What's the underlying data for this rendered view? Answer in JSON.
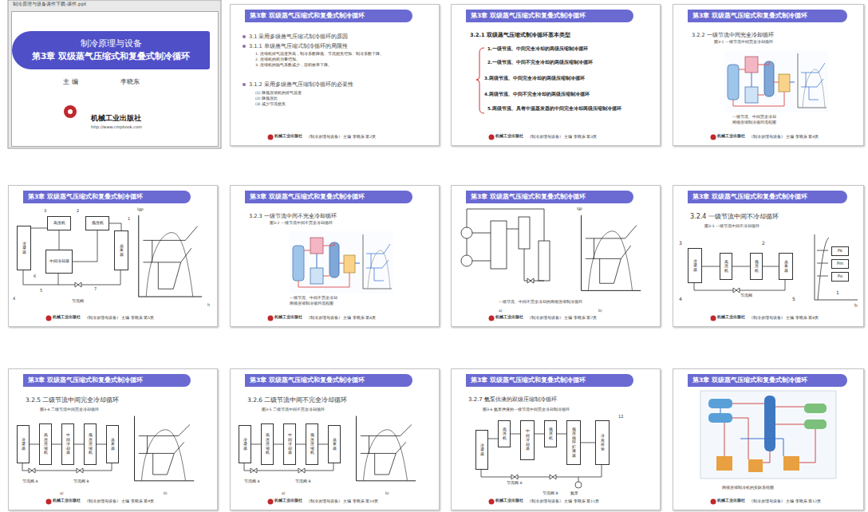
{
  "diagram": {
    "nodes": [
      {
        "text": [
          "主 编",
          "李晓东"
        ]
      },
      {
        "text": [
          "制冷原理与设备",
          "第3章 双级蒸气压缩式和复叠式制冷循环"
        ],
        "in": 0
      },
      {
        "text": [
          "《制冷原理与设备》 主编 李晓东 第2页"
        ]
      },
      {
        "text": [
          "第3章 双级蒸气压缩式和复叠式制冷循环"
        ],
        "in": 2
      },
      {
        "text": [
          "《制冷原理与设备》 主编 李晓东 第3页"
        ]
      },
      {
        "text": [
          "第3章 双级蒸气压缩式和复叠式制冷循环"
        ],
        "in": 4
      },
      {
        "text": [
          "《制冷原理与设备》 主编 李晓东 第4页"
        ]
      },
      {
        "text": [
          "第3章 双级蒸气压缩式和复叠式制冷循环"
        ],
        "in": 6
      },
      {
        "text": [
          "《制冷原理与设备》 主编 李晓东 第5页"
        ]
      },
      {
        "text": [
          "第3章 双级蒸气压缩式和复叠式制冷循环"
        ],
        "in": 8
      },
      {
        "text": [
          "冷凝器"
        ],
        "in": 8
      },
      {
        "text": [
          "高压机"
        ],
        "in": 8
      },
      {
        "text": [
          "中间冷却器"
        ],
        "in": 8
      },
      {
        "text": [
          "低压机"
        ],
        "in": 8
      },
      {
        "text": [
          "蒸发器"
        ],
        "in": 8
      },
      {
        "text": [
          "《制冷原理与设备》 主编 李晓东 第6页"
        ]
      },
      {
        "text": [
          "第3章 双级蒸气压缩式和复叠式制冷循环"
        ],
        "in": 15
      },
      {
        "text": [
          "《制冷原理与设备》 主编 李晓东 第7页"
        ]
      },
      {
        "text": [
          "第3章 双级蒸气压缩式和复叠式制冷循环"
        ],
        "in": 17
      },
      {
        "text": [
          "《制冷原理与设备》 主编 李晓东 第8页"
        ]
      },
      {
        "text": [
          "第3章 双级蒸气压缩式和复叠式制冷循环"
        ],
        "in": 19
      },
      {
        "text": [
          "冷凝器"
        ],
        "in": 19
      },
      {
        "text": [
          "高压机"
        ],
        "in": 19
      },
      {
        "text": [
          "低压机"
        ],
        "in": 19
      },
      {
        "text": [
          "蒸发器"
        ],
        "in": 19
      },
      {
        "text": [
          "Pk"
        ],
        "in": 19
      },
      {
        "text": [
          "Pm"
        ],
        "in": 19
      },
      {
        "text": [
          "Po"
        ],
        "in": 19
      },
      {
        "text": [
          "《制冷原理与设备》 主编 李晓东 第9页"
        ]
      },
      {
        "text": [
          "第3章 双级蒸气压缩式和复叠式制冷循环"
        ],
        "in": 28
      },
      {
        "text": [
          "冷凝器"
        ],
        "in": 28
      },
      {
        "text": [
          "高压压缩机"
        ],
        "in": 28
      },
      {
        "text": [
          "中间冷却器"
        ],
        "in": 28
      },
      {
        "text": [
          "低压压缩机"
        ],
        "in": 28
      },
      {
        "text": [
          "蒸发器"
        ],
        "in": 28
      },
      {
        "text": [
          "《制冷原理与设备》 主编 李晓东 第10页"
        ]
      },
      {
        "text": [
          "第3章 双级蒸气压缩式和复叠式制冷循环"
        ],
        "in": 35
      },
      {
        "text": [
          "冷凝器"
        ],
        "in": 35
      },
      {
        "text": [
          "高压压缩机"
        ],
        "in": 35
      },
      {
        "text": [
          "中间冷却器"
        ],
        "in": 35
      },
      {
        "text": [
          "低压压缩机"
        ],
        "in": 35
      },
      {
        "text": [
          "蒸发器"
        ],
        "in": 35
      },
      {
        "text": [
          "《制冷原理与设备》 主编 李晓东 第11页"
        ]
      },
      {
        "text": [
          "第3章 双级蒸气压缩式和复叠式制冷循环"
        ],
        "in": 42
      },
      {
        "text": [
          "冷凝器"
        ],
        "in": 42
      },
      {
        "text": [
          "高压机"
        ],
        "in": 42
      },
      {
        "text": [
          "中间冷却器"
        ],
        "in": 42
      },
      {
        "text": [
          "低压机"
        ],
        "in": 42
      },
      {
        "text": [
          "低压循环贮液器"
        ],
        "in": 42
      },
      {
        "text": [
          "冷库排管"
        ],
        "in": 42
      },
      {
        "text": [
          "《制冷原理与设备》 主编 李晓东 第12页"
        ]
      },
      {
        "text": [
          "第3章 双级蒸气压缩式和复叠式制冷循环"
        ],
        "in": 50
      }
    ],
    "edges": [
      {
        "from": 11,
        "to": 10,
        "arrow": "none"
      },
      {
        "from": 12,
        "to": 11,
        "arrow": "none"
      },
      {
        "from": 13,
        "to": 12,
        "arrow": "none"
      },
      {
        "from": 14,
        "to": 13,
        "arrow": "none"
      },
      {
        "from": 22,
        "to": 21,
        "arrow": "none"
      },
      {
        "from": 23,
        "to": 22,
        "arrow": "none"
      },
      {
        "from": 24,
        "to": 23,
        "arrow": "none"
      },
      {
        "from": 31,
        "to": 30,
        "arrow": "none"
      },
      {
        "from": 32,
        "to": 31,
        "arrow": "none"
      },
      {
        "from": 33,
        "to": 32,
        "arrow": "none"
      },
      {
        "from": 34,
        "to": 33,
        "arrow": "none"
      },
      {
        "from": 38,
        "to": 37,
        "arrow": "none"
      },
      {
        "from": 39,
        "to": 38,
        "arrow": "none"
      },
      {
        "from": 40,
        "to": 39,
        "arrow": "none"
      },
      {
        "from": 41,
        "to": 40,
        "arrow": "none"
      },
      {
        "from": 45,
        "to": 44,
        "arrow": "none"
      },
      {
        "from": 46,
        "to": 45,
        "arrow": "none"
      },
      {
        "from": 47,
        "to": 46,
        "arrow": "none"
      },
      {
        "from": 48,
        "to": 47,
        "arrow": "none"
      },
      {
        "from": 49,
        "to": 48,
        "arrow": "none"
      }
    ],
    "labels": [
      "制冷原理与设备课件下载-课件.ppt",
      "机械工业出版社",
      "http://www.cmpbook.com",
      "3.1 采用多级蒸气压缩式制冷循环的原因",
      "3.1.1 单级蒸气压缩式制冷循环的局限性",
      "1. 压缩机排气温度升高，制冷系数降低、节流损失增加、制冷系数下降。",
      "2. 压缩机的耗功量增加。",
      "3. 压缩机的输气系数减少，容积效率下降。",
      "3.1.2 采用多级蒸气压缩制冷循环的必要性",
      "(1) 降低压缩机的排气温度",
      "(2) 降低压比",
      "(3) 减少节流损失",
      "3.2.1 双级蒸气压缩式制冷循环基本类型",
      "1.一级节流、中间完全冷却的两级压缩制冷循环",
      "2.一级节流、中间不完全冷却的两级压缩制冷循环",
      "3.两级节流、中间完全冷却的两级压缩制冷循环",
      "4.两级节流、中间不完全冷却的两级压缩制冷循环",
      "5.两级节流、具有中温蒸发器的中间完全冷却两级压缩制冷循环",
      "3.2.2 一级节流中间完全冷却循环",
      "图3-1 一级节流中间完全冷却循环",
      "一级节流、中间完全冷却",
      "两级压缩制冷循环流程图",
      "节流阀",
      "1",
      "2",
      "3",
      "4",
      "5",
      "6",
      "7",
      "lgp",
      "h",
      "3.2.3 一级节流中间不完全冷却循环",
      "图3-2 一级节流中间不完全冷却循环",
      "一级节流、中间不完全冷却",
      "两级压缩制冷循环流程图",
      "一级节流、中间不完全冷却的两级压缩制冷循环",
      "a)",
      "b)",
      "lgp",
      "3.2.4 一级节流中间不冷却循环",
      "图3-3 一级节流中间不冷却循环",
      "节流阀",
      "3",
      "2",
      "4",
      "5",
      "h",
      "1",
      "3.2.5 二级节流中间完全冷却循环",
      "图3-4 二级节流中间完全冷却循环",
      "节流阀 A",
      "节流阀 B",
      "a)",
      "b)",
      "3.2.6 二级节流中间不完全冷却循环",
      "图3-5 二级节流中间不完全冷却循环",
      "节流阀 A",
      "节流阀 B",
      "a)",
      "b)",
      "3.2.7 氨泵供液的双级压缩制冷循环",
      "图3-6 氨泵供液的一级节流中间完全冷却制冷循环",
      "节流阀 A",
      "节流阀 B",
      "氨泵",
      "12",
      "两级压缩制冷机的实际系统图",
      "机械工业出版社",
      "机械工业出版社",
      "机械工业出版社",
      "机械工业出版社",
      "机械工业出版社",
      "机械工业出版社",
      "机械工业出版社",
      "机械工业出版社",
      "机械工业出版社",
      "机械工业出版社",
      "机械工业出版社"
    ]
  }
}
